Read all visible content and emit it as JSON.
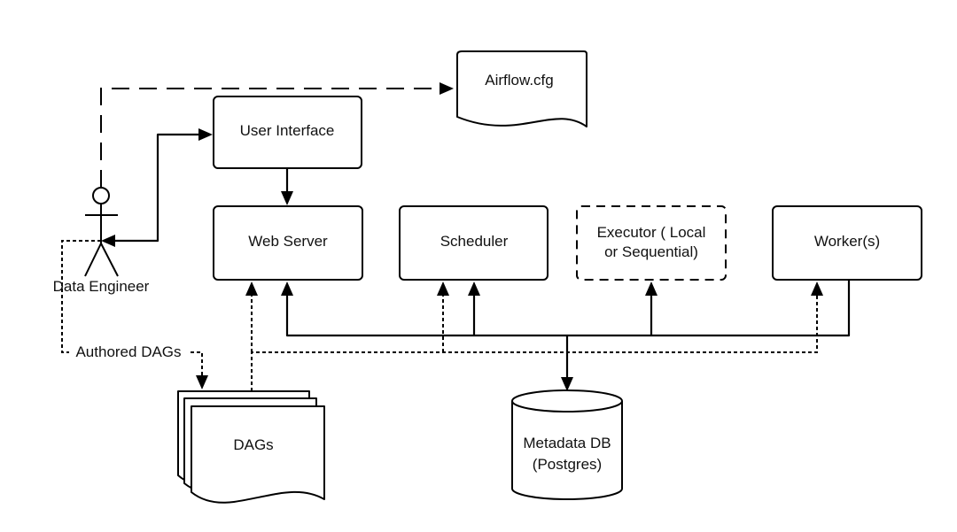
{
  "nodes": {
    "airflow_cfg": "Airflow.cfg",
    "user_interface": "User Interface",
    "web_server": "Web Server",
    "scheduler": "Scheduler",
    "executor": [
      "Executor ( Local",
      "or Sequential)"
    ],
    "workers": "Worker(s)",
    "dags": "DAGs",
    "metadata_db": [
      "Metadata DB",
      "(Postgres)"
    ],
    "data_engineer": "Data Engineer"
  },
  "edges": {
    "authored_dags": "Authored DAGs"
  }
}
